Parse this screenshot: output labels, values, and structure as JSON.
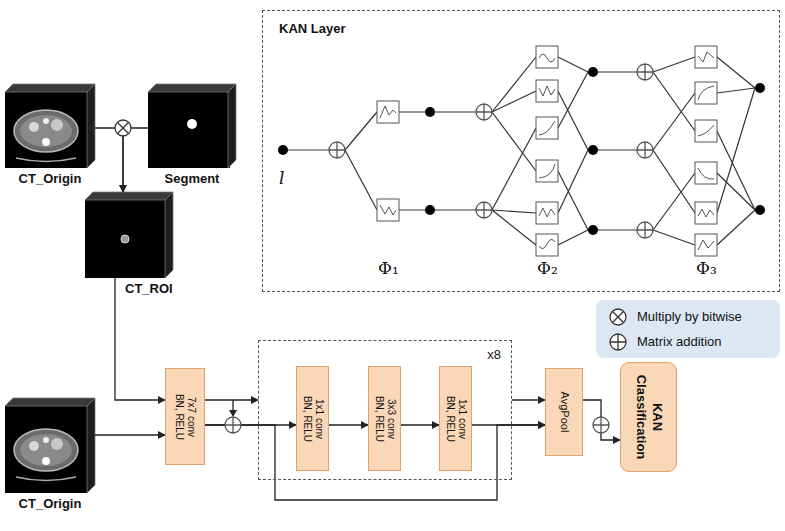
{
  "diagram": {
    "nodes": [
      {
        "text": [
          "CT_Origin"
        ]
      },
      {
        "text": [
          "Segment"
        ]
      },
      {
        "text": [
          "KAN Layer"
        ]
      },
      {
        "text": [
          "CT_ROI"
        ]
      },
      {
        "text": [
          "7x7 conv BN, RELU"
        ]
      },
      {
        "text": [
          "CT_Origin"
        ]
      },
      {
        "text": [
          "x8"
        ]
      },
      {
        "text": [
          "1x1 conv BN, RELU"
        ],
        "in": 6
      },
      {
        "text": [
          "3x3 conv BN, RELU"
        ],
        "in": 6
      },
      {
        "text": [
          "1x1 conv BN, RELU"
        ],
        "in": 6
      },
      {
        "text": [
          "AvgPool"
        ]
      },
      {
        "text": [
          "KAN Classification"
        ]
      }
    ],
    "edges": [
      {
        "from": 0,
        "to": 3,
        "arrow": "to"
      },
      {
        "from": 1,
        "to": 3,
        "arrow": "to"
      },
      {
        "from": 3,
        "to": 4,
        "arrow": "to"
      },
      {
        "from": 5,
        "to": 4,
        "arrow": "to"
      },
      {
        "from": 4,
        "to": 6,
        "arrow": "to"
      },
      {
        "from": 4,
        "to": 7,
        "arrow": "to"
      },
      {
        "from": 7,
        "to": 8,
        "arrow": "to"
      },
      {
        "from": 8,
        "to": 9,
        "arrow": "to"
      },
      {
        "from": 9,
        "to": 10,
        "arrow": "to"
      },
      {
        "from": 6,
        "to": 10,
        "arrow": "to"
      },
      {
        "from": 4,
        "to": 10,
        "arrow": "to"
      },
      {
        "from": 10,
        "to": 11,
        "arrow": "to"
      }
    ],
    "labels": [
      "l",
      "Φ₁",
      "Φ₂",
      "Φ₃"
    ],
    "legend": [
      {
        "text": "Multiply by bitwise"
      },
      {
        "text": "Matrix addition"
      }
    ]
  }
}
